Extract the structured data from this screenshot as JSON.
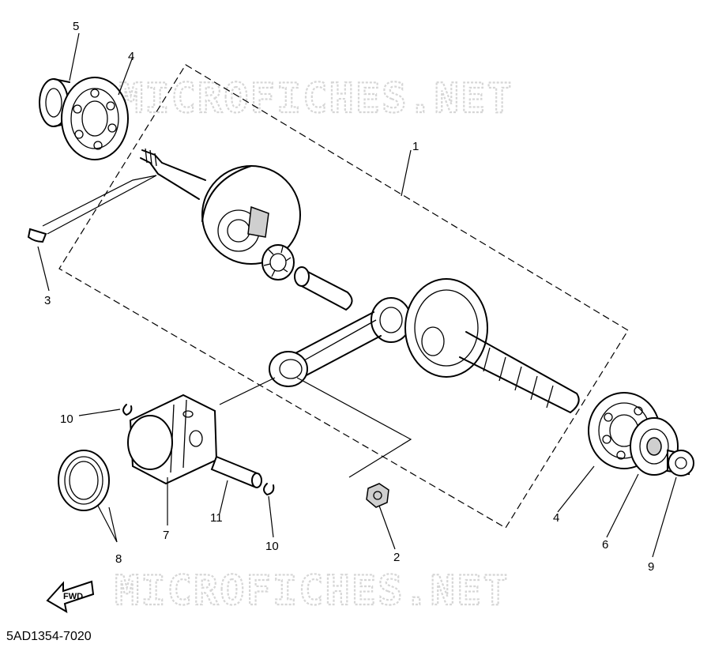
{
  "watermarks": [
    "MICROFICHES.NET",
    "MICROFICHES.NET"
  ],
  "drawing_code": "5AD1354-7020",
  "fwd_label": "FWD",
  "callouts": [
    {
      "name": "callout-1",
      "text": "1"
    },
    {
      "name": "callout-2",
      "text": "2"
    },
    {
      "name": "callout-3",
      "text": "3"
    },
    {
      "name": "callout-4-left",
      "text": "4"
    },
    {
      "name": "callout-4-right",
      "text": "4"
    },
    {
      "name": "callout-5",
      "text": "5"
    },
    {
      "name": "callout-6",
      "text": "6"
    },
    {
      "name": "callout-7",
      "text": "7"
    },
    {
      "name": "callout-8",
      "text": "8"
    },
    {
      "name": "callout-9",
      "text": "9"
    },
    {
      "name": "callout-10-top",
      "text": "10"
    },
    {
      "name": "callout-10-bottom",
      "text": "10"
    },
    {
      "name": "callout-11",
      "text": "11"
    }
  ]
}
